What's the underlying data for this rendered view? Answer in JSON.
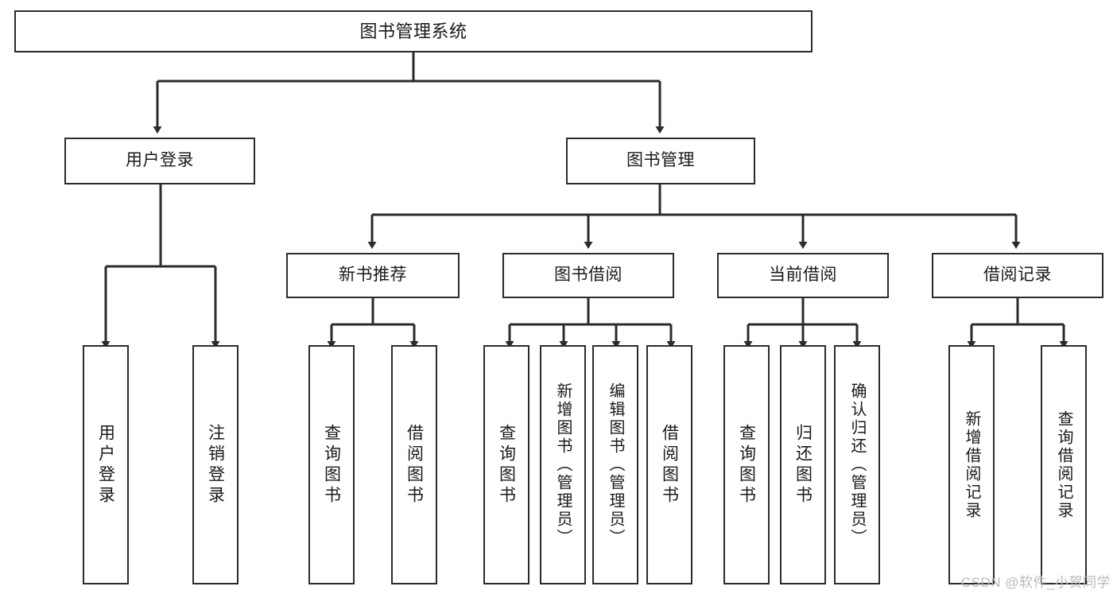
{
  "diagram": {
    "title": "图书管理系统",
    "type": "tree",
    "background": "#ffffff",
    "line_color": "#2b2b2b",
    "box_border_color": "#2b2b2b",
    "box_fill": "#ffffff",
    "text_color": "#1a1a1a"
  },
  "root": {
    "label": "图书管理系统"
  },
  "level2": [
    {
      "label": "用户登录"
    },
    {
      "label": "图书管理"
    }
  ],
  "level3": [
    {
      "label": "新书推荐"
    },
    {
      "label": "图书借阅"
    },
    {
      "label": "当前借阅"
    },
    {
      "label": "借阅记录"
    }
  ],
  "leaves": {
    "user_login": [
      {
        "label": "用户登录"
      },
      {
        "label": "注销登录"
      }
    ],
    "new_book_recommend": [
      {
        "label": "查询图书"
      },
      {
        "label": "借阅图书"
      }
    ],
    "book_borrow": [
      {
        "label": "查询图书"
      },
      {
        "label": "新增图书（管理员）"
      },
      {
        "label": "编辑图书（管理员）"
      },
      {
        "label": "借阅图书"
      }
    ],
    "current_borrow": [
      {
        "label": "查询图书"
      },
      {
        "label": "归还图书"
      },
      {
        "label": "确认归还（管理员）"
      }
    ],
    "borrow_record": [
      {
        "label": "新增借阅记录"
      },
      {
        "label": "查询借阅记录"
      }
    ]
  },
  "watermark": {
    "text": "CSDN @软件_小贺同学"
  }
}
